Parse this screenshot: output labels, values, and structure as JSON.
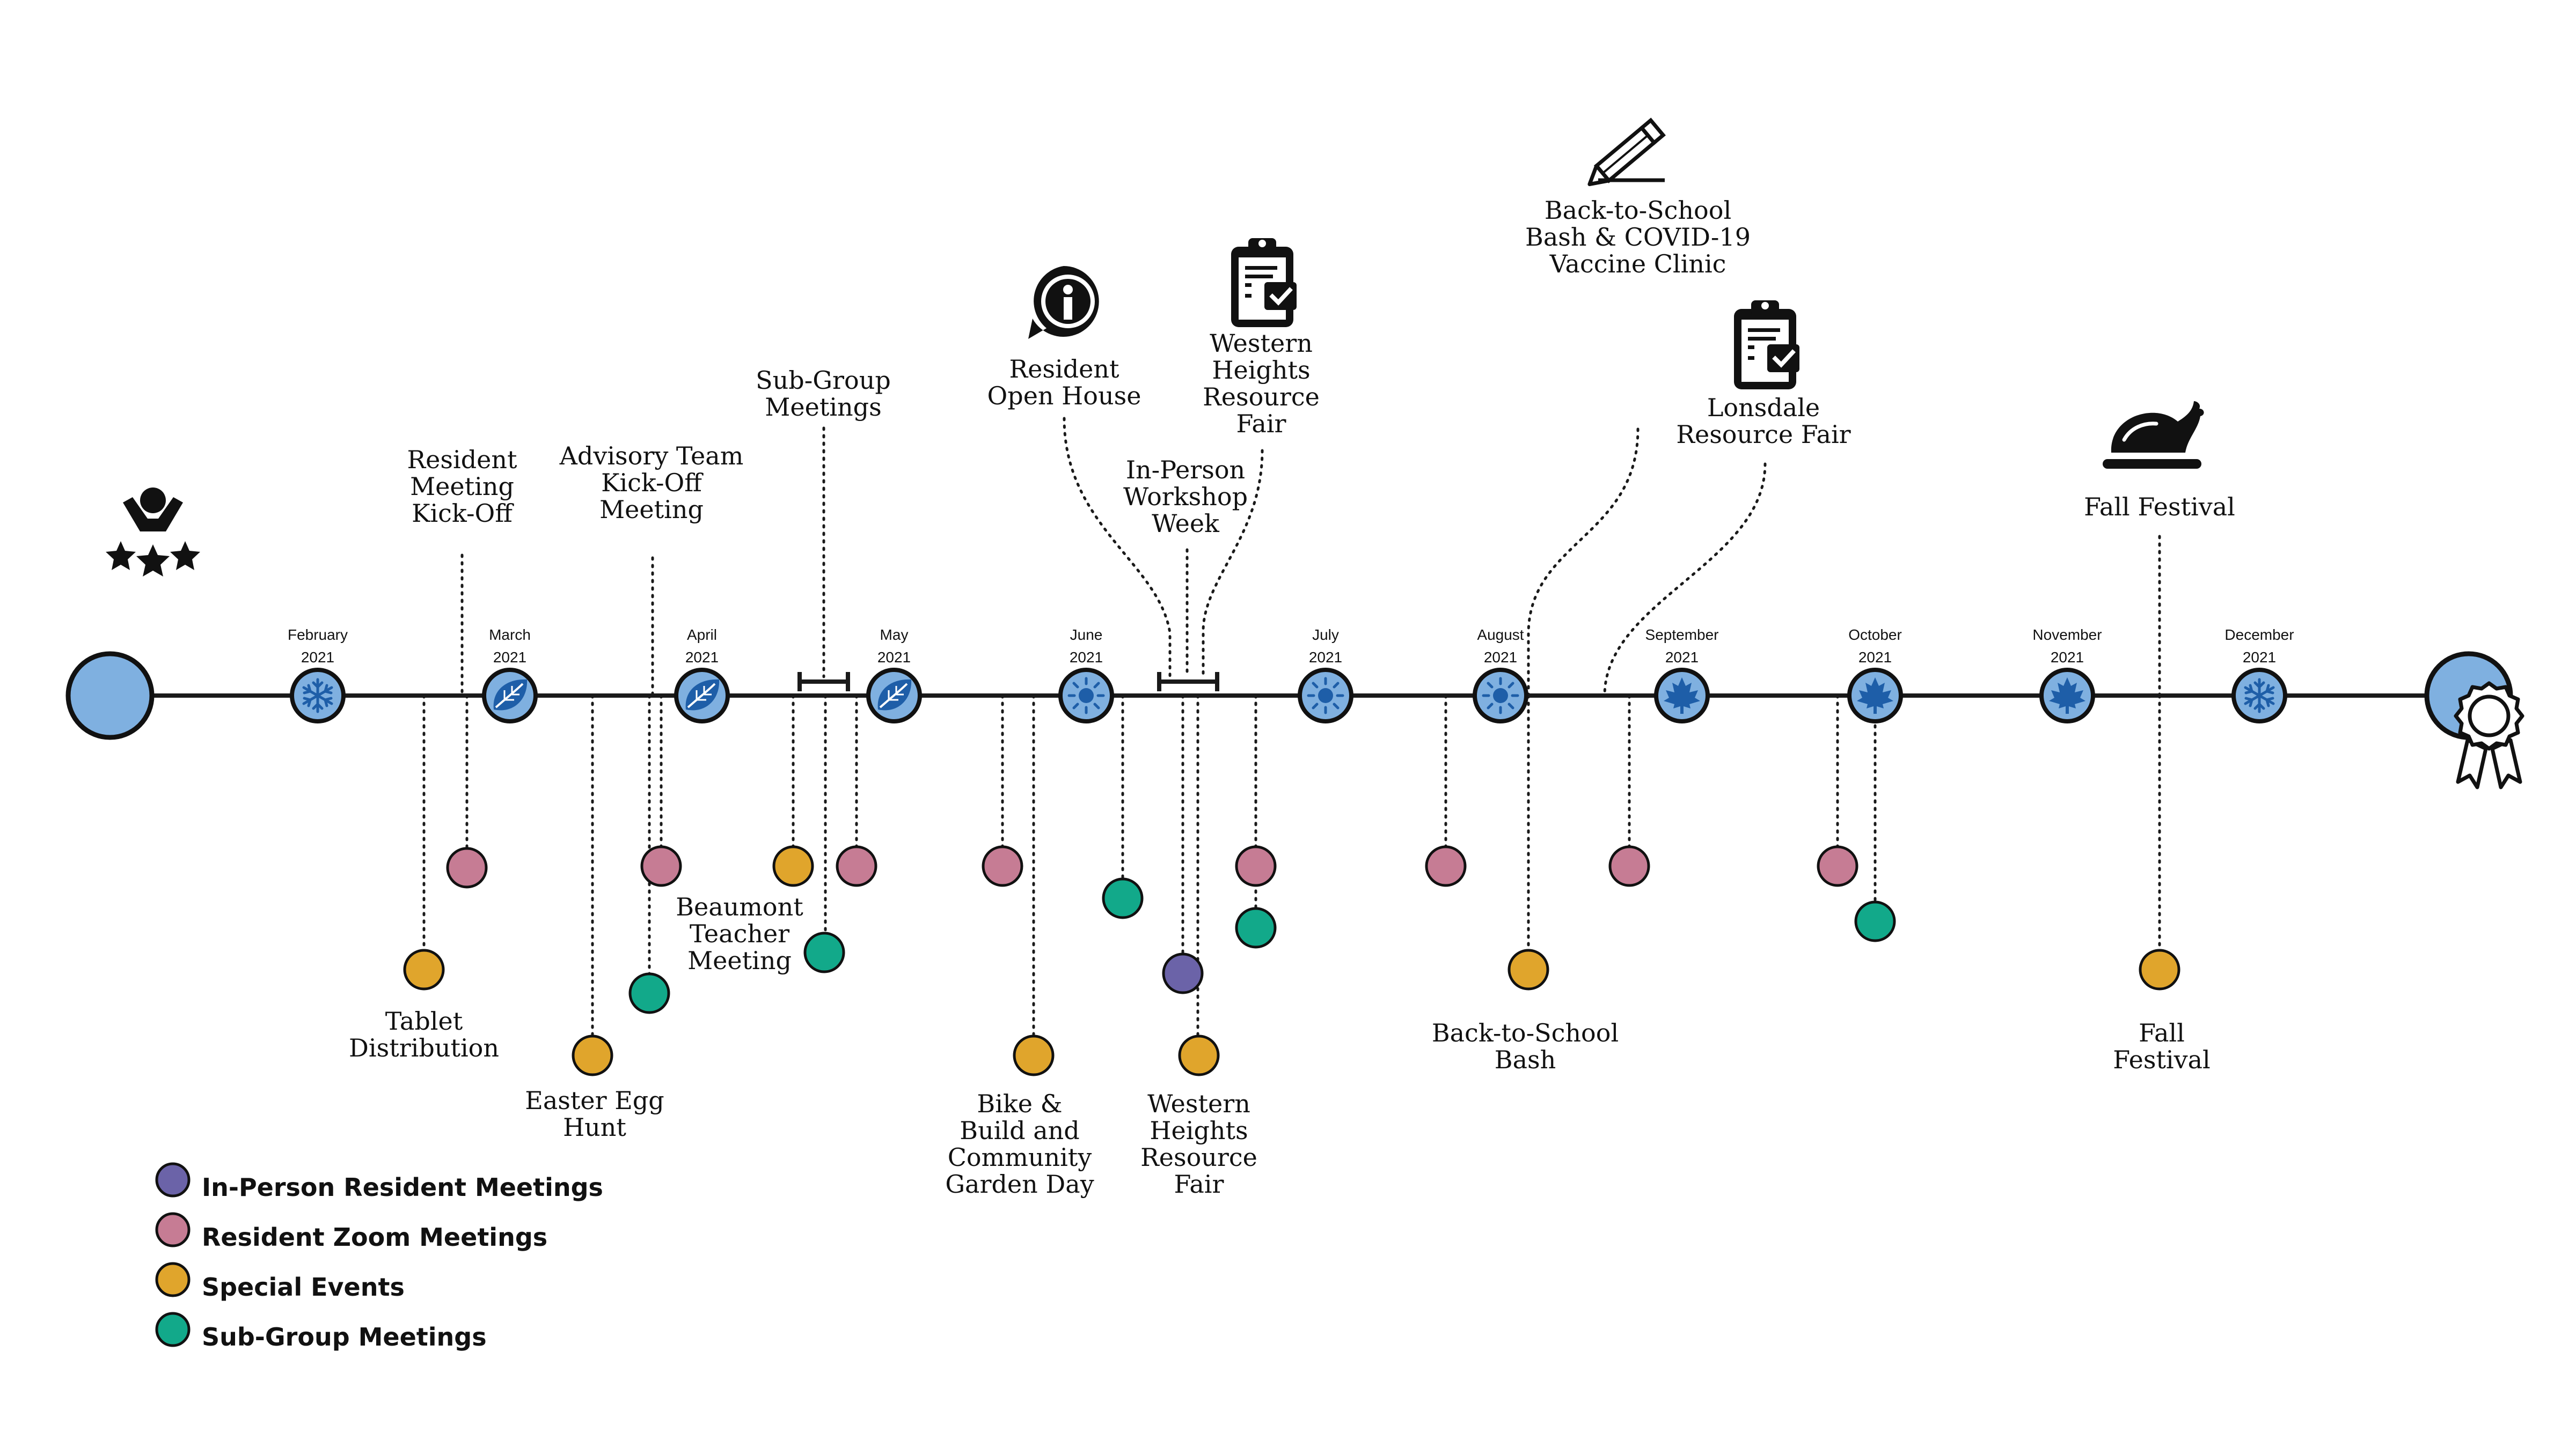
{
  "colors": {
    "in_person": "#6b63a8",
    "zoom": "#c67c94",
    "special": "#e0a52c",
    "subgroup": "#12a98a",
    "month_fill": "#7fb0e0",
    "icon_blue": "#1e5ea8",
    "line": "#1a1a1a"
  },
  "months": [
    {
      "id": "feb",
      "name": "February",
      "year": "2021",
      "season": "winter-snowflake-icon"
    },
    {
      "id": "mar",
      "name": "March",
      "year": "2021",
      "season": "spring-leaf-icon"
    },
    {
      "id": "apr",
      "name": "April",
      "year": "2021",
      "season": "spring-leaf-icon"
    },
    {
      "id": "may",
      "name": "May",
      "year": "2021",
      "season": "spring-leaf-icon"
    },
    {
      "id": "jun",
      "name": "June",
      "year": "2021",
      "season": "summer-sun-icon"
    },
    {
      "id": "jul",
      "name": "July",
      "year": "2021",
      "season": "summer-sun-icon"
    },
    {
      "id": "aug",
      "name": "August",
      "year": "2021",
      "season": "summer-sun-icon"
    },
    {
      "id": "sep",
      "name": "September",
      "year": "2021",
      "season": "fall-maple-icon"
    },
    {
      "id": "oct",
      "name": "October",
      "year": "2021",
      "season": "fall-maple-icon"
    },
    {
      "id": "nov",
      "name": "November",
      "year": "2021",
      "season": "fall-maple-icon"
    },
    {
      "id": "dec",
      "name": "December",
      "year": "2021",
      "season": "winter-snowflake-icon"
    }
  ],
  "upper_labels": [
    {
      "id": "resident-meeting-kickoff",
      "lines": [
        "Resident",
        "Meeting",
        "Kick-Off"
      ]
    },
    {
      "id": "advisory-team-kickoff",
      "lines": [
        "Advisory Team",
        "Kick-Off",
        "Meeting"
      ]
    },
    {
      "id": "sub-group-meetings",
      "lines": [
        "Sub-Group",
        "Meetings"
      ]
    },
    {
      "id": "resident-open-house",
      "lines": [
        "Resident",
        "Open House"
      ]
    },
    {
      "id": "western-heights-resource-fair-top",
      "lines": [
        "Western",
        "Heights",
        "Resource",
        "Fair"
      ]
    },
    {
      "id": "in-person-workshop-week",
      "lines": [
        "In-Person",
        "Workshop",
        "Week"
      ]
    },
    {
      "id": "back-to-school-bash-vaccine",
      "lines": [
        "Back-to-School",
        "Bash & COVID-19",
        "Vaccine Clinic"
      ]
    },
    {
      "id": "lonsdale-resource-fair",
      "lines": [
        "Lonsdale",
        "Resource Fair"
      ]
    },
    {
      "id": "fall-festival-top",
      "lines": [
        "Fall Festival"
      ]
    }
  ],
  "lower_labels": [
    {
      "id": "tablet-distribution",
      "lines": [
        "Tablet",
        "Distribution"
      ]
    },
    {
      "id": "easter-egg-hunt",
      "lines": [
        "Easter Egg",
        "Hunt"
      ]
    },
    {
      "id": "beaumont-teacher-meeting",
      "lines": [
        "Beaumont",
        "Teacher",
        "Meeting"
      ]
    },
    {
      "id": "bike-build-garden-day",
      "lines": [
        "Bike &",
        "Build and",
        "Community",
        "Garden Day"
      ]
    },
    {
      "id": "western-heights-resource-fair-bottom",
      "lines": [
        "Western",
        "Heights",
        "Resource",
        "Fair"
      ]
    },
    {
      "id": "back-to-school-bash",
      "lines": [
        "Back-to-School",
        "Bash"
      ]
    },
    {
      "id": "fall-festival-bottom",
      "lines": [
        "Fall",
        "Festival"
      ]
    }
  ],
  "legend": [
    {
      "key": "in_person",
      "label": "In-Person Resident Meetings"
    },
    {
      "key": "zoom",
      "label": "Resident Zoom Meetings"
    },
    {
      "key": "special",
      "label": "Special Events"
    },
    {
      "key": "subgroup",
      "label": "Sub-Group Meetings"
    }
  ],
  "icons": {
    "start": "kids-celebration-icon",
    "end": "award-ribbon-icon",
    "open_house": "info-chat-icon",
    "clipboard": "clipboard-check-icon",
    "pencil": "pencil-icon",
    "turkey": "roast-turkey-icon"
  }
}
